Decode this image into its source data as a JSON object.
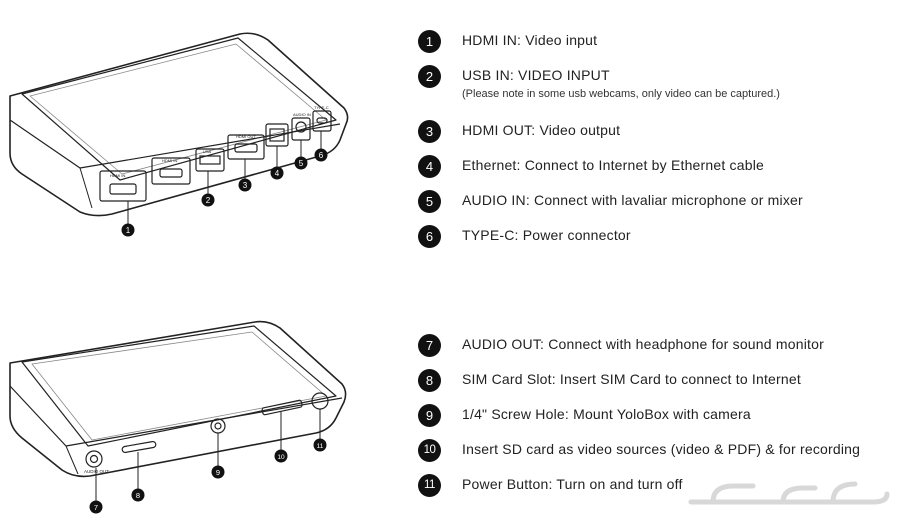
{
  "top_diagram": {
    "port_labels": [
      "HDMI IN",
      "HDMI IN",
      "USB",
      "HDMI OUT",
      "",
      "AUDIO IN",
      "TYPE-C"
    ],
    "callouts": [
      "1",
      "2",
      "3",
      "4",
      "5",
      "6"
    ]
  },
  "bottom_diagram": {
    "port_labels": [
      "AUDIO OUT"
    ],
    "callouts": [
      "7",
      "8",
      "9",
      "10",
      "11"
    ]
  },
  "legend_top": [
    {
      "num": "1",
      "label": "HDMI IN: Video input"
    },
    {
      "num": "2",
      "label": "USB IN: VIDEO INPUT",
      "note": "(Please note in some usb webcams, only video can be captured.)"
    },
    {
      "num": "3",
      "label": "HDMI OUT: Video output"
    },
    {
      "num": "4",
      "label": "Ethernet: Connect to Internet by Ethernet cable"
    },
    {
      "num": "5",
      "label": "AUDIO IN: Connect with lavaliar microphone or mixer"
    },
    {
      "num": "6",
      "label": "TYPE-C: Power connector"
    }
  ],
  "legend_bottom": [
    {
      "num": "7",
      "label": "AUDIO OUT: Connect with headphone for sound monitor"
    },
    {
      "num": "8",
      "label": "SIM Card Slot: Insert SIM Card to connect to Internet"
    },
    {
      "num": "9",
      "label": "1/4\" Screw Hole: Mount YoloBox with camera"
    },
    {
      "num": "10",
      "label": "Insert SD card as video sources (video & PDF) & for recording"
    },
    {
      "num": "11",
      "label": "Power Button: Turn on and turn off"
    }
  ],
  "watermark": {
    "text": "حراج",
    "color": "#d8d8d8"
  },
  "colors": {
    "badge": "#111111",
    "text": "#222222",
    "line": "#222222"
  }
}
